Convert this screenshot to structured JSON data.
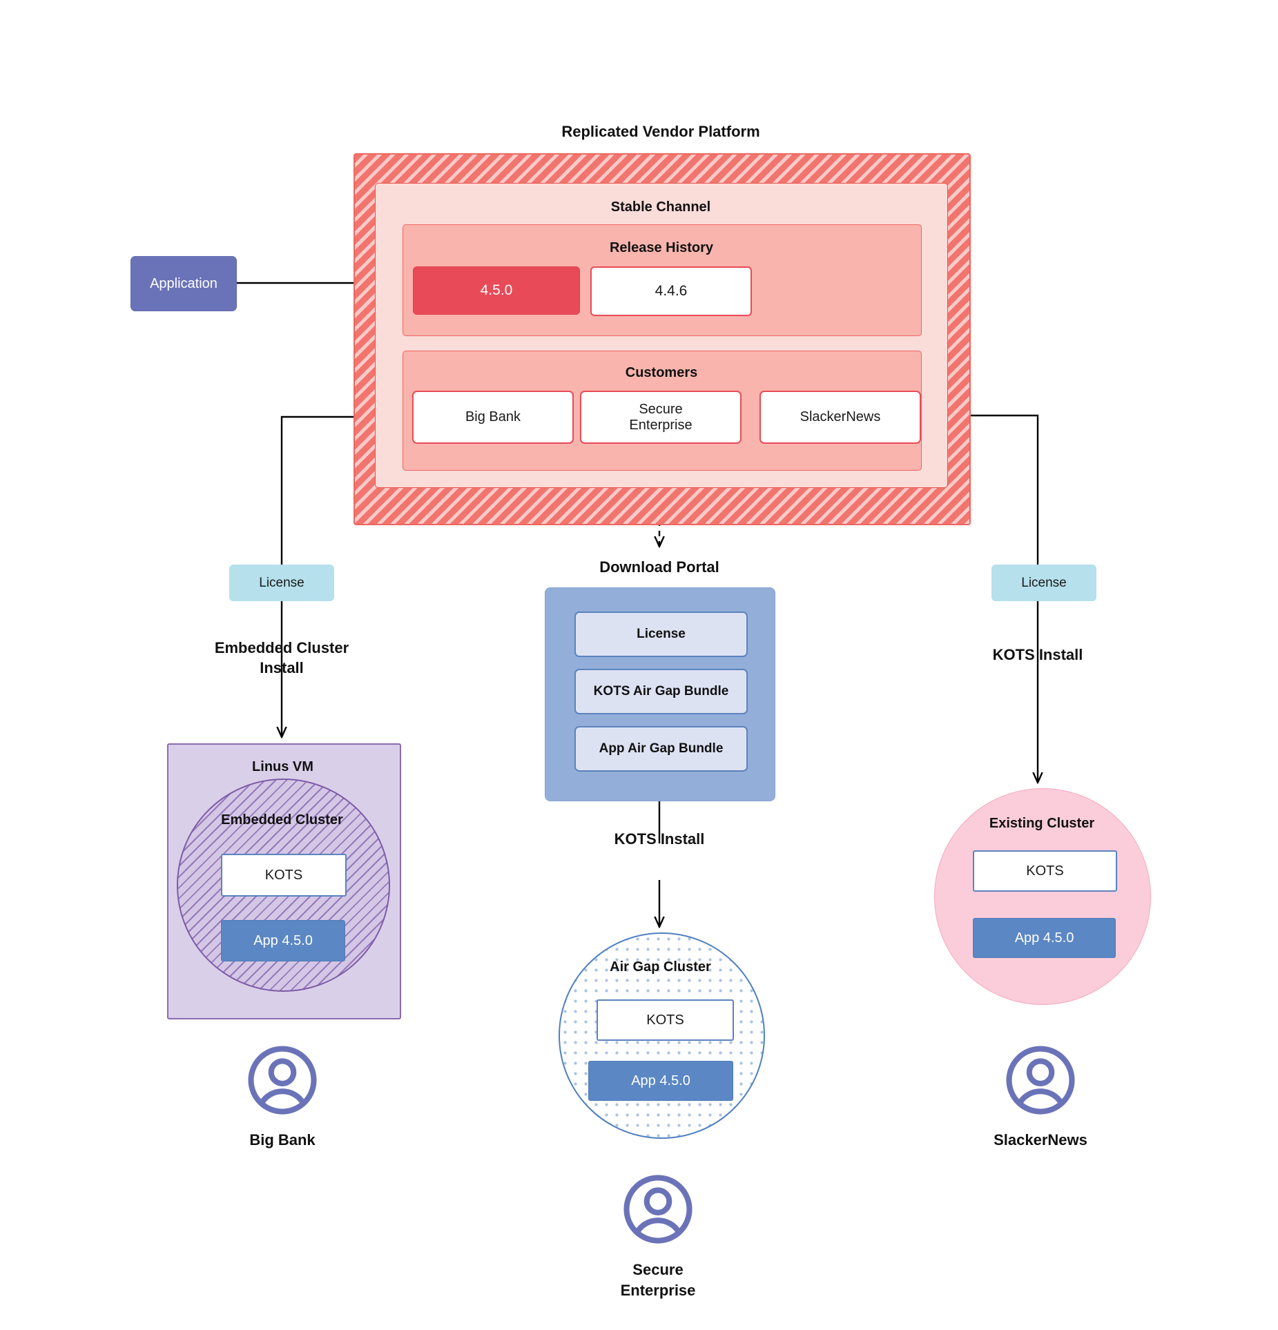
{
  "diagram": {
    "title": "Replicated Vendor Platform",
    "application": {
      "label": "Application"
    },
    "stable_channel": {
      "title": "Stable Channel",
      "release_history": {
        "title": "Release History",
        "releases": [
          {
            "version": "4.5.0",
            "state": "current"
          },
          {
            "version": "4.4.6",
            "state": "previous"
          }
        ]
      },
      "customers": {
        "title": "Customers",
        "items": [
          {
            "name": "Big Bank"
          },
          {
            "name": "Secure\nEnterprise"
          },
          {
            "name": "SlackerNews"
          }
        ]
      }
    },
    "license_left": {
      "label": "License"
    },
    "license_right": {
      "label": "License"
    },
    "download_portal": {
      "title": "Download  Portal",
      "items": [
        {
          "label": "License"
        },
        {
          "label": "KOTS Air Gap Bundle"
        },
        {
          "label": "App Air Gap Bundle"
        }
      ]
    },
    "flows": {
      "left": "Embedded Cluster\nInstall",
      "center": "KOTS Install",
      "right": "KOTS Install"
    },
    "left_target": {
      "vm_title": "Linus VM",
      "cluster_title": "Embedded Cluster",
      "kots": "KOTS",
      "app": "App 4.5.0",
      "customer": "Big Bank"
    },
    "center_target": {
      "cluster_title": "Air Gap Cluster",
      "kots": "KOTS",
      "app": "App 4.5.0",
      "customer": "Secure\nEnterprise"
    },
    "right_target": {
      "cluster_title": "Existing Cluster",
      "kots": "KOTS",
      "app": "App 4.5.0",
      "customer": "SlackerNews"
    },
    "colors": {
      "platform_hatch": "#f1756e",
      "stable_channel": "#fadcd9",
      "section": "#f8b4ad",
      "release_current": "#e94a57",
      "release_border": "#e94a57",
      "application": "#6b73b8",
      "license_chip": "#b5e0ec",
      "download_portal": "#93aed8",
      "download_item": "#dde2f3",
      "linux_vm": "#d9cfe9",
      "embedded_cluster_stroke": "#7d5ba6",
      "airgap_stroke": "#4e7fc1",
      "existing_cluster": "#fbcdda",
      "app_box": "#5b87c4",
      "avatar": "#6b73b8",
      "connector": "#000000"
    }
  }
}
